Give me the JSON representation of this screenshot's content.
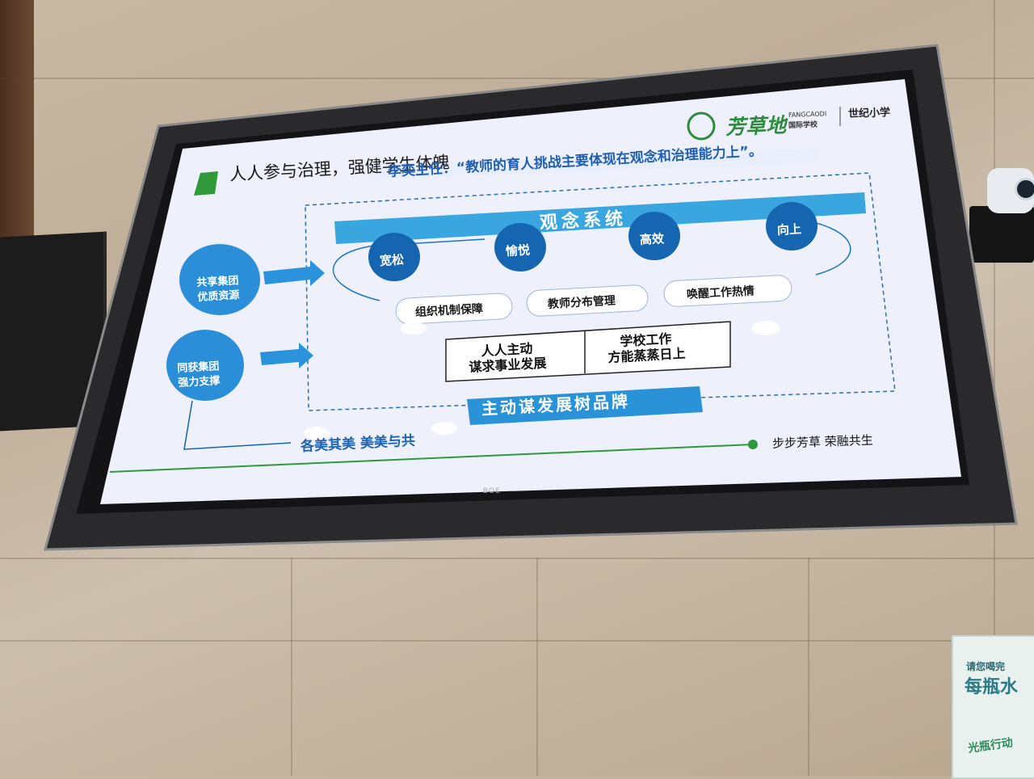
{
  "slide": {
    "title": "人人参与治理，强健学生体魄",
    "quote": "李奕主任：“教师的育人挑战主要体现在观念和治理能力上”。",
    "logo": {
      "name_cn": "芳草地",
      "name_en": "FANGCAODI",
      "name_cn_small": "国际学校",
      "school": "世纪小学"
    },
    "system_title": "观念系统",
    "circles": [
      "宽松",
      "愉悦",
      "高效",
      "向上"
    ],
    "pills": [
      "组织机制保障",
      "教师分布管理",
      "唤醒工作热情"
    ],
    "boxes": [
      {
        "line1": "人人主动",
        "line2": "谋求事业发展"
      },
      {
        "line1": "学校工作",
        "line2": "方能蒸蒸日上"
      }
    ],
    "left_badges": [
      {
        "line1": "共享集团",
        "line2": "优质资源"
      },
      {
        "line1": "同获集团",
        "line2": "强力支撑"
      }
    ],
    "banner": "主动谋发展树品牌",
    "bottom_left": "各美其美 美美与共",
    "motto": "步步芳草  荣融共生"
  },
  "tv": {
    "brand": "BOE"
  },
  "poster": {
    "line1": "请您喝完",
    "line2": "每瓶水",
    "line3": "光瓶行动"
  },
  "colors": {
    "screen_bg": "#eef0fb",
    "blue_dark": "#1565b0",
    "blue_light": "#38a8e0",
    "green": "#2e9a3a",
    "bezel": "#1b1b1d"
  }
}
